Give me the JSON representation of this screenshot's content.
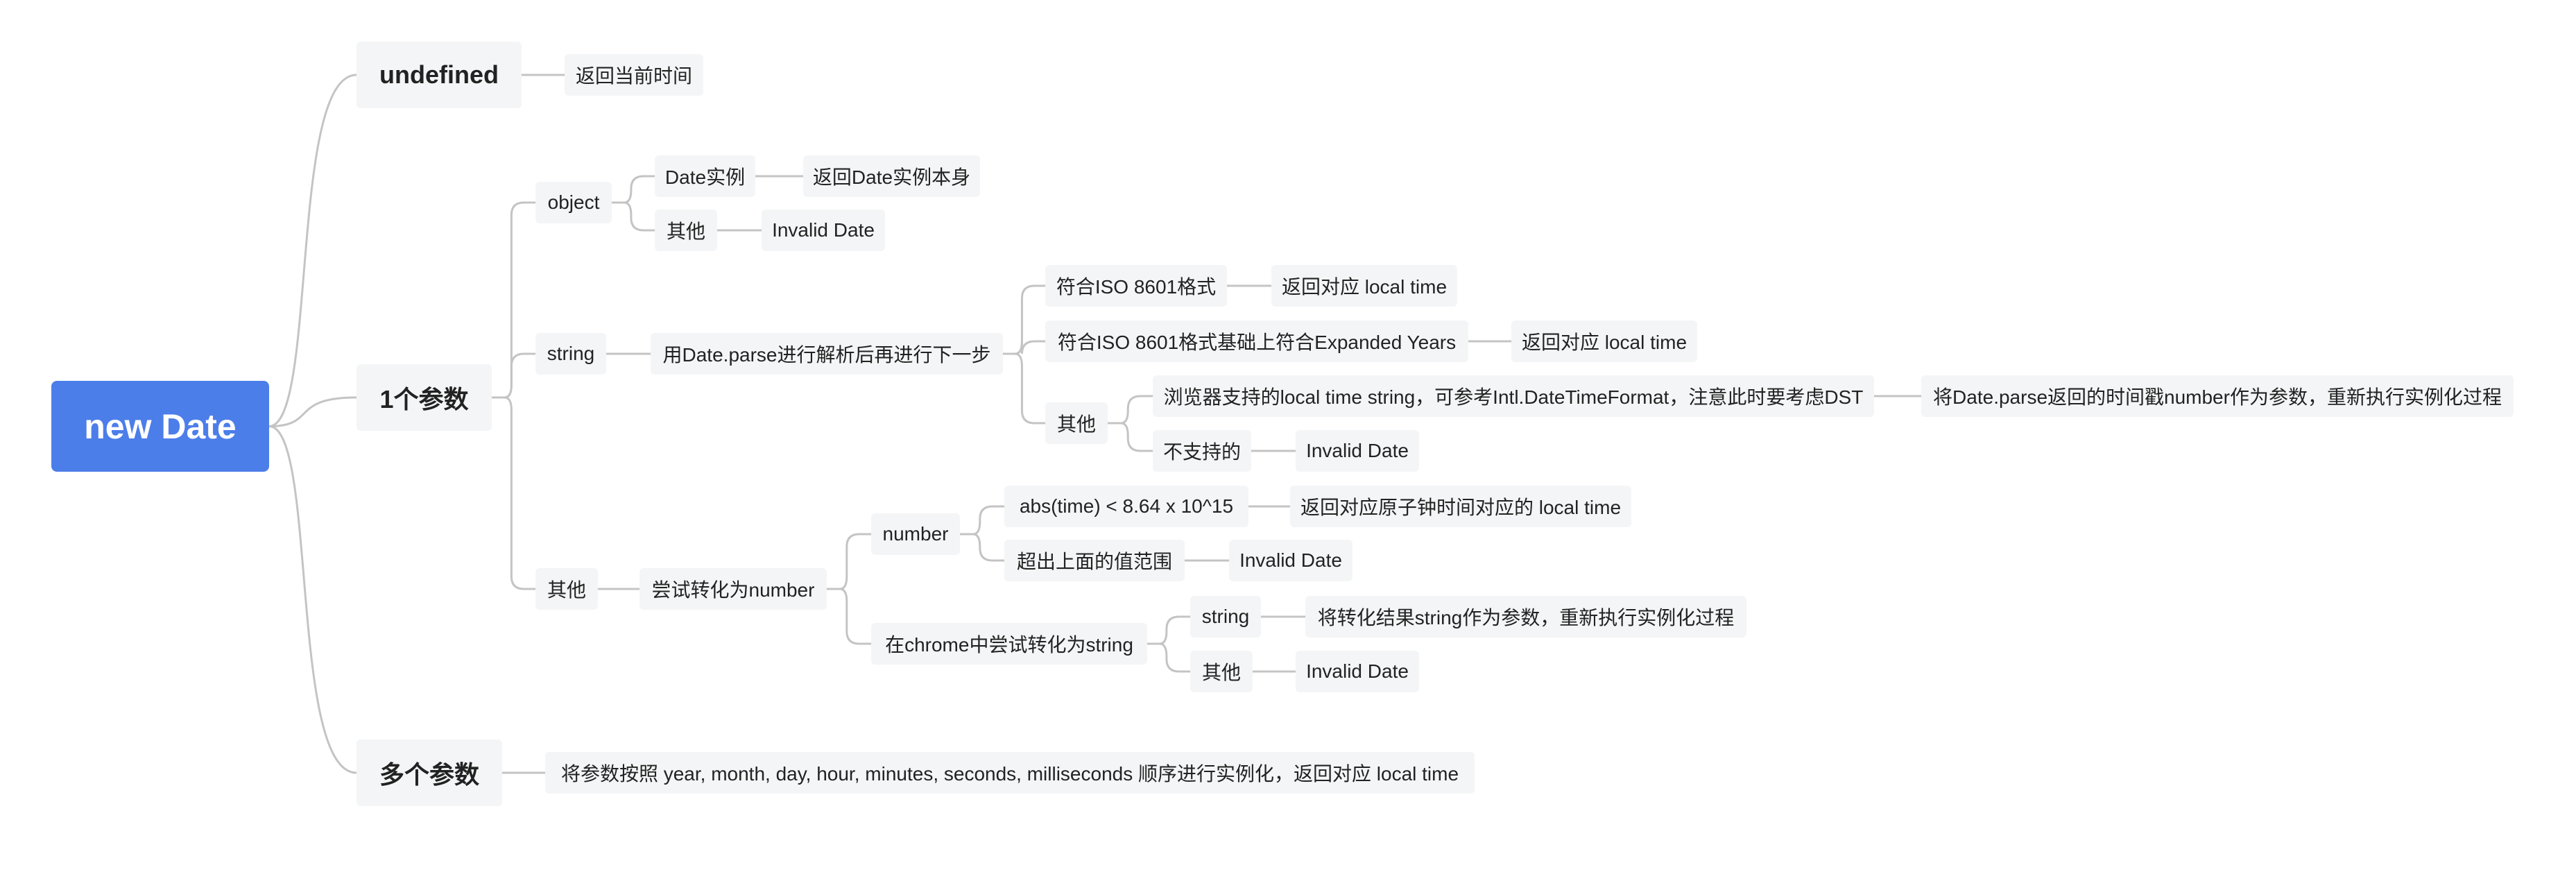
{
  "diagram": {
    "nodes": {
      "root": "new Date",
      "undefined": "undefined",
      "undefined_result": "返回当前时间",
      "one_param": "1个参数",
      "object": "object",
      "date_instance": "Date实例",
      "date_instance_result": "返回Date实例本身",
      "object_other": "其他",
      "object_other_result": "Invalid Date",
      "string": "string",
      "parse_step": "用Date.parse进行解析后再进行下一步",
      "iso_format": "符合ISO 8601格式",
      "iso_result": "返回对应 local time",
      "iso_expanded": "符合ISO 8601格式基础上符合Expanded Years",
      "iso_expanded_result": "返回对应 local time",
      "string_other": "其他",
      "browser_supported": "浏览器支持的local time string，可参考Intl.DateTimeFormat，注意此时要考虑DST",
      "browser_supported_result": "将Date.parse返回的时间戳number作为参数，重新执行实例化过程",
      "unsupported": "不支持的",
      "unsupported_result": "Invalid Date",
      "param_other": "其他",
      "to_number": "尝试转化为number",
      "number": "number",
      "abs_time": "abs(time) < 8.64 x 10^15",
      "abs_time_result": "返回对应原子钟时间对应的 local time",
      "out_of_range": "超出上面的值范围",
      "out_of_range_result": "Invalid Date",
      "chrome_string": "在chrome中尝试转化为string",
      "chrome_string_string": "string",
      "chrome_string_string_result": "将转化结果string作为参数，重新执行实例化过程",
      "chrome_string_other": "其他",
      "chrome_string_other_result": "Invalid Date",
      "multi_params": "多个参数",
      "multi_params_result": "将参数按照 year, month, day, hour, minutes, seconds, milliseconds 顺序进行实例化，返回对应 local time"
    },
    "edges": [
      [
        "root",
        "undefined"
      ],
      [
        "root",
        "one_param"
      ],
      [
        "root",
        "multi_params"
      ],
      [
        "undefined",
        "undefined_result"
      ],
      [
        "one_param",
        "object"
      ],
      [
        "one_param",
        "string"
      ],
      [
        "one_param",
        "param_other"
      ],
      [
        "object",
        "date_instance"
      ],
      [
        "object",
        "object_other"
      ],
      [
        "date_instance",
        "date_instance_result"
      ],
      [
        "object_other",
        "object_other_result"
      ],
      [
        "string",
        "parse_step"
      ],
      [
        "parse_step",
        "iso_format"
      ],
      [
        "parse_step",
        "iso_expanded"
      ],
      [
        "parse_step",
        "string_other"
      ],
      [
        "iso_format",
        "iso_result"
      ],
      [
        "iso_expanded",
        "iso_expanded_result"
      ],
      [
        "string_other",
        "browser_supported"
      ],
      [
        "string_other",
        "unsupported"
      ],
      [
        "browser_supported",
        "browser_supported_result"
      ],
      [
        "unsupported",
        "unsupported_result"
      ],
      [
        "param_other",
        "to_number"
      ],
      [
        "to_number",
        "number"
      ],
      [
        "to_number",
        "chrome_string"
      ],
      [
        "number",
        "abs_time"
      ],
      [
        "number",
        "out_of_range"
      ],
      [
        "abs_time",
        "abs_time_result"
      ],
      [
        "out_of_range",
        "out_of_range_result"
      ],
      [
        "chrome_string",
        "chrome_string_string"
      ],
      [
        "chrome_string",
        "chrome_string_other"
      ],
      [
        "chrome_string_string",
        "chrome_string_string_result"
      ],
      [
        "chrome_string_other",
        "chrome_string_other_result"
      ],
      [
        "multi_params",
        "multi_params_result"
      ]
    ]
  }
}
